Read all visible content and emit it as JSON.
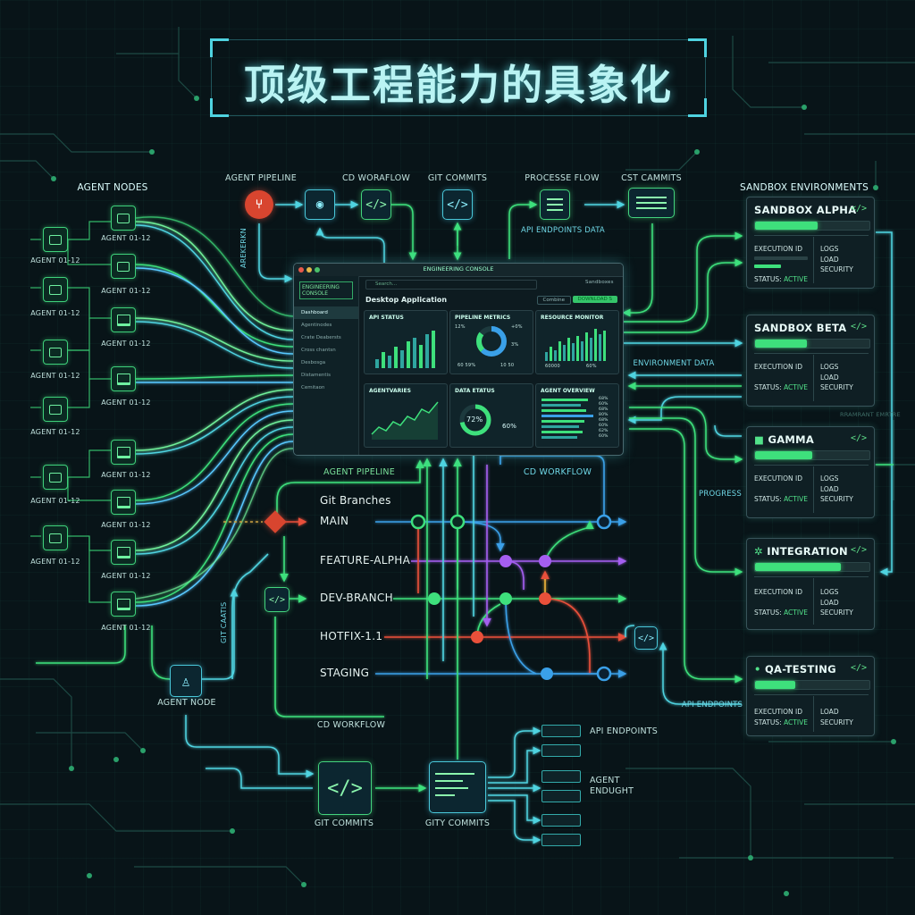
{
  "title": "顶级工程能力的具象化",
  "labels": {
    "agent_nodes": "AGENT NODES",
    "agent_pipeline_top": "AGENT PIPELINE",
    "cd_workflow_top": "CD WORAFLOW",
    "git_commits_top": "GIT COMMITS",
    "process_flow": "PROCESSE FLOW",
    "cst_commits": "CST CAMMITS",
    "api_endpoints_data": "API ENDPOINTS DATA",
    "sandbox_environments": "SANDBOX ENVIRONMENTS",
    "environment_data": "ENVIRONMENT DATA",
    "progress": "PROGRESS",
    "api_endpoints_right": "API ENDPOINTS",
    "agent_pipeline_mid": "AGENT PIPELINE",
    "cd_workflow_mid": "CD WORKFLOW",
    "git_branches": "Git Branches",
    "git_commits_bottom_left": "GIT COMMITS",
    "gity_commits": "GITY COMMITS",
    "cd_workflow_bottom": "CD WORKFLOW",
    "agent_node_single": "AGENT NODE",
    "api_endpoints_bottom": "API ENDPOINTS",
    "agent_endught": "AGENT ENDUGHT",
    "vertical_left": "AREKERKN",
    "vertical_git": "GIT CAATIS",
    "right_faint": "RRAMRANT   EMRTRE"
  },
  "agent_nodes": {
    "left_label": "AGENT 01-12",
    "right_label": "AGENT 01-12"
  },
  "console": {
    "window_title": "ENGINEERING CONSOLE",
    "brand": "ENGINEERING CONSOLE",
    "search_placeholder": "Search...",
    "top_right": "Sandboxes",
    "app_title": "Desktop Application",
    "filter_label": "Combine",
    "ok_label": "DOWNLOAD S",
    "nav": [
      "Dashboard",
      "Agentinodes",
      "Crate Deabersts",
      "Cross chantsn",
      "Desbosga",
      "Distamentis",
      "Cemitaon"
    ],
    "panels": [
      {
        "title": "API STATUS"
      },
      {
        "title": "PIPELINE METRICS",
        "values": [
          "12%",
          "+0%",
          "3%",
          "60 59%",
          "10 50"
        ]
      },
      {
        "title": "RESOURCE MONITOR",
        "values": [
          "60000",
          "60%"
        ]
      },
      {
        "title": "AGENTVARIES"
      },
      {
        "title": "DATA ETATUS",
        "values": [
          "72%",
          "60%"
        ]
      },
      {
        "title": "AGENT OVERVIEW",
        "values": [
          "68%",
          "60%",
          "68%",
          "80%",
          "68%",
          "60%",
          "62%",
          "60%"
        ]
      }
    ]
  },
  "sandboxes": [
    {
      "name": "SANDBOX ALPHA",
      "exec": "EXECUTION ID",
      "logs": "LOGS",
      "load": "LOAD",
      "security": "SECURITY",
      "status_label": "STATUS:",
      "status": "ACTIVE",
      "progress": 0.55
    },
    {
      "name": "SANDBOX BETA",
      "exec": "EXECUTION ID",
      "logs": "LOGS",
      "load": "LOAD",
      "security": "SECURITY",
      "status_label": "STATUS:",
      "status": "ACTIVE",
      "progress": 0.45
    },
    {
      "name": "GAMMA",
      "exec": "EXECUTION ID",
      "logs": "LOGS",
      "load": "LOAD",
      "security": "SECURITY",
      "status_label": "STATUS:",
      "status": "ACTIVE",
      "progress": 0.5
    },
    {
      "name": "INTEGRATION",
      "exec": "EXECUTION ID",
      "logs": "LOGS",
      "load": "LOAD",
      "security": "SECURITY",
      "status_label": "STATUS:",
      "status": "ACTIVE",
      "progress": 0.75
    },
    {
      "name": "QA-TESTING",
      "exec": "EXECUTION ID",
      "logs": "LOAD",
      "load": "SECURITY",
      "security": "",
      "status_label": "STATUS:",
      "status": "ACTIVE",
      "progress": 0.35
    }
  ],
  "branches": [
    "MAIN",
    "FEATURE-ALPHA",
    "DEV-BRANCH",
    "HOTFIX-1.1",
    "STAGING"
  ],
  "icons": {
    "code": "</>",
    "git": "git-branch-icon",
    "github": "github-icon"
  },
  "colors": {
    "green": "#3ee07c",
    "cyan": "#4fd3e0",
    "blue": "#3aa0e8",
    "purple": "#a45ef0",
    "red": "#e8503a",
    "background": "#081418"
  }
}
